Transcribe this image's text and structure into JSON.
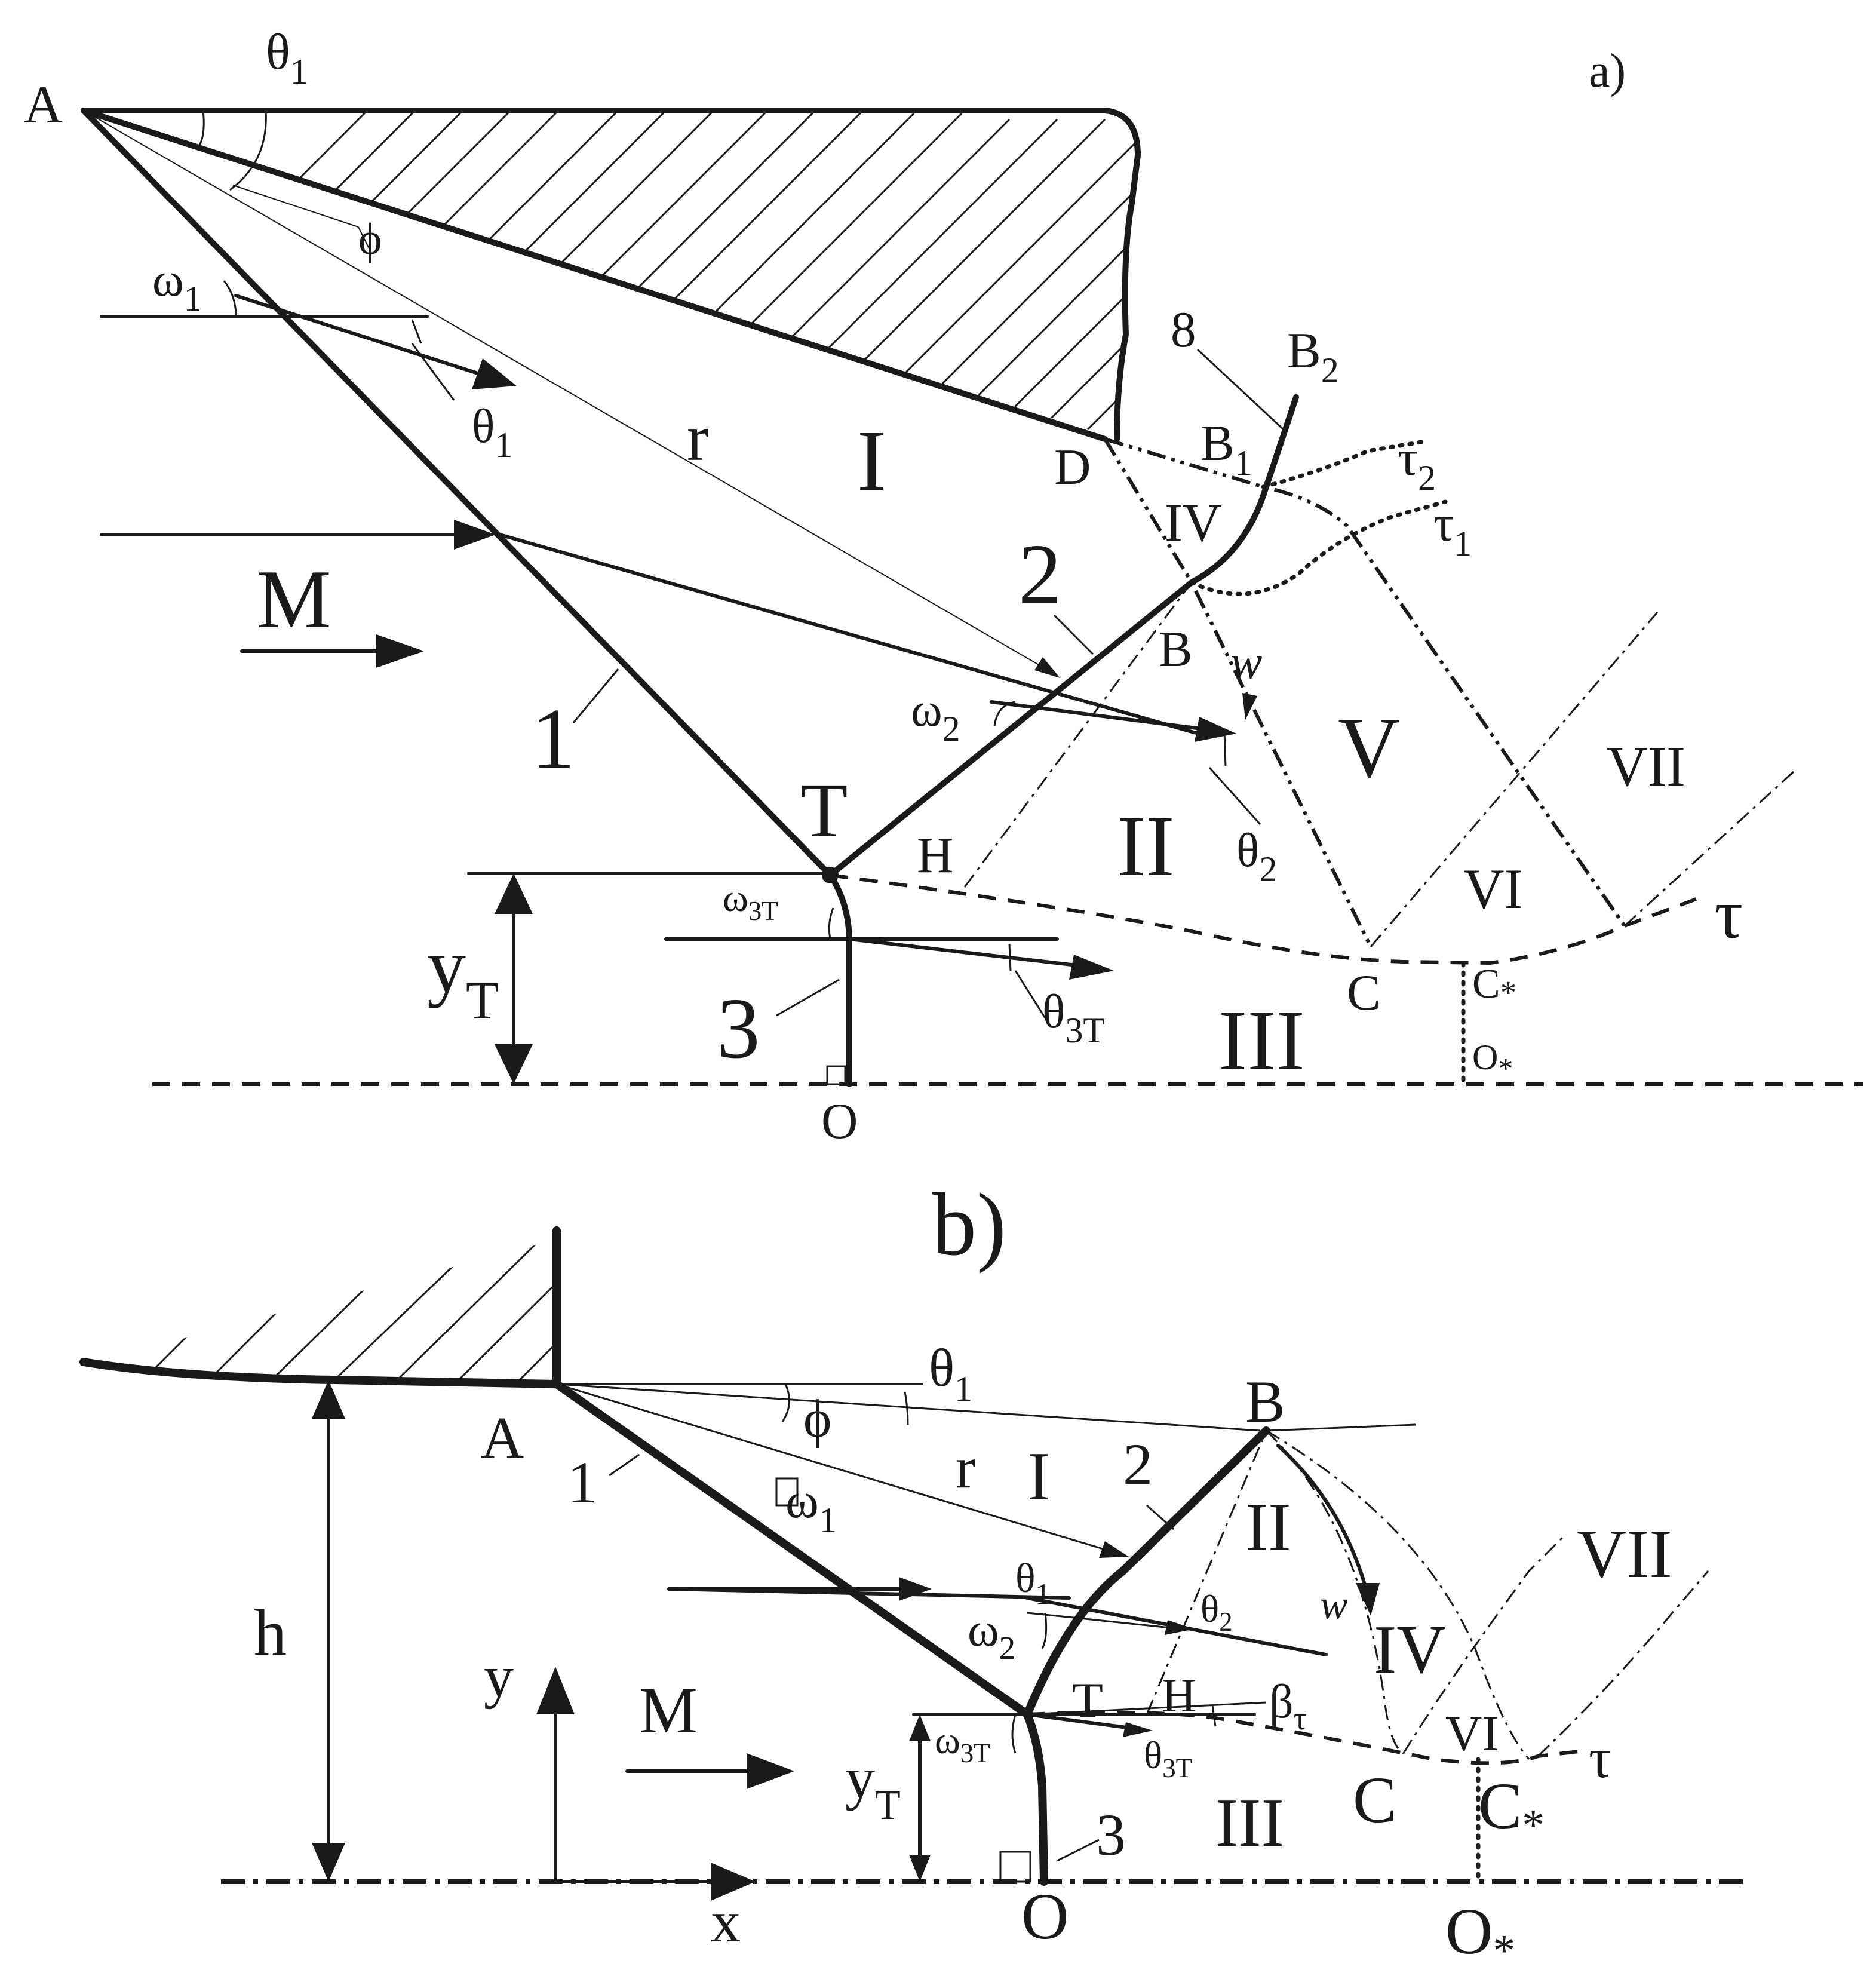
{
  "panel_a": {
    "tag": "a)",
    "points": {
      "A": "A",
      "D": "D",
      "B": "B",
      "B1": "B",
      "B1_sub": "1",
      "B2": "B",
      "B2_sub": "2",
      "T": "T",
      "H": "H",
      "C": "C",
      "Cs": "C",
      "Cs_star": "*",
      "Os": "O",
      "Os_star": "*",
      "O": "O"
    },
    "regions": {
      "I": "I",
      "II": "II",
      "III": "III",
      "IV": "IV",
      "V": "V",
      "VI": "VI",
      "VII": "VII"
    },
    "line_labels": {
      "l1": "1",
      "l2": "2",
      "l3": "3",
      "l8": "8",
      "r": "r"
    },
    "symbols": {
      "theta": "θ",
      "omega": "ω",
      "phi": "ϕ",
      "tau": "τ",
      "w": "w",
      "M": "M",
      "y": "y",
      "sub1": "1",
      "sub2": "2",
      "sub3T": "3T",
      "subT": "T"
    }
  },
  "panel_b": {
    "tag": "b)",
    "points": {
      "A": "A",
      "B": "B",
      "T": "T",
      "H": "H",
      "C": "C",
      "Cs": "C",
      "Cs_star": "*",
      "O": "O",
      "Os": "O",
      "Os_star": "*"
    },
    "regions": {
      "I": "I",
      "II": "II",
      "III": "III",
      "IV": "IV",
      "VI": "VI",
      "VII": "VII"
    },
    "line_labels": {
      "l1": "1",
      "l2": "2",
      "l3": "3",
      "r": "r",
      "h": "h"
    },
    "axes": {
      "x": "x",
      "y": "y"
    },
    "symbols": {
      "theta": "θ",
      "omega": "ω",
      "phi": "ϕ",
      "beta": "β",
      "tau": "τ",
      "w": "w",
      "M": "M",
      "y": "y",
      "sub1": "1",
      "sub2": "2",
      "sub3T": "3T",
      "subT": "T",
      "subTau": "τ"
    }
  }
}
